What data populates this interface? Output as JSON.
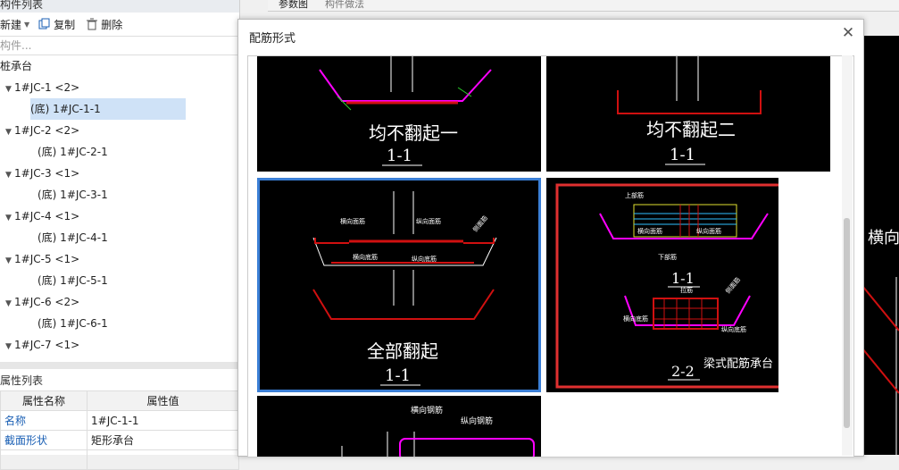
{
  "left_panel": {
    "title": "构件列表",
    "toolbar": {
      "new_label": "新建",
      "copy_label": "复制",
      "delete_label": "删除"
    },
    "search_placeholder": "构件...",
    "tree": {
      "root": "桩承台",
      "groups": [
        {
          "label": "1#JC-1 <2>",
          "child": "(底) 1#JC-1-1"
        },
        {
          "label": "1#JC-2 <2>",
          "child": "(底) 1#JC-2-1"
        },
        {
          "label": "1#JC-3 <1>",
          "child": "(底) 1#JC-3-1"
        },
        {
          "label": "1#JC-4 <1>",
          "child": "(底) 1#JC-4-1"
        },
        {
          "label": "1#JC-5 <1>",
          "child": "(底) 1#JC-5-1"
        },
        {
          "label": "1#JC-6 <2>",
          "child": "(底) 1#JC-6-1"
        },
        {
          "label": "1#JC-7 <1>"
        }
      ]
    },
    "attr_panel": {
      "title": "属性列表",
      "header_name": "属性名称",
      "header_value": "属性值",
      "rows": [
        {
          "name": "名称",
          "value": "1#JC-1-1"
        },
        {
          "name": "截面形状",
          "value": "矩形承台"
        }
      ]
    }
  },
  "top_tabs": [
    "参数图",
    "构件做法"
  ],
  "dialog": {
    "title": "配筋形式",
    "close_icon": "close-icon",
    "options": [
      {
        "caption": "均不翻起一",
        "section": "1-1"
      },
      {
        "caption": "均不翻起二",
        "section": "1-1"
      },
      {
        "caption": "全部翻起",
        "section": "1-1",
        "selected": true
      },
      {
        "caption": "梁式配筋承台",
        "section1": "1-1",
        "section2": "2-2",
        "labels": [
          "上部筋",
          "横向面筋",
          "纵向面筋",
          "下部筋",
          "拉筋",
          "横向底筋",
          "纵向底筋",
          "侧面筋"
        ]
      },
      {
        "labels": [
          "横向钢筋",
          "纵向钢筋"
        ]
      }
    ],
    "rebar_labels_full": [
      "横向面筋",
      "纵向面筋",
      "横向底筋",
      "纵向底筋",
      "侧面筋"
    ]
  },
  "background_right_text": "横向"
}
